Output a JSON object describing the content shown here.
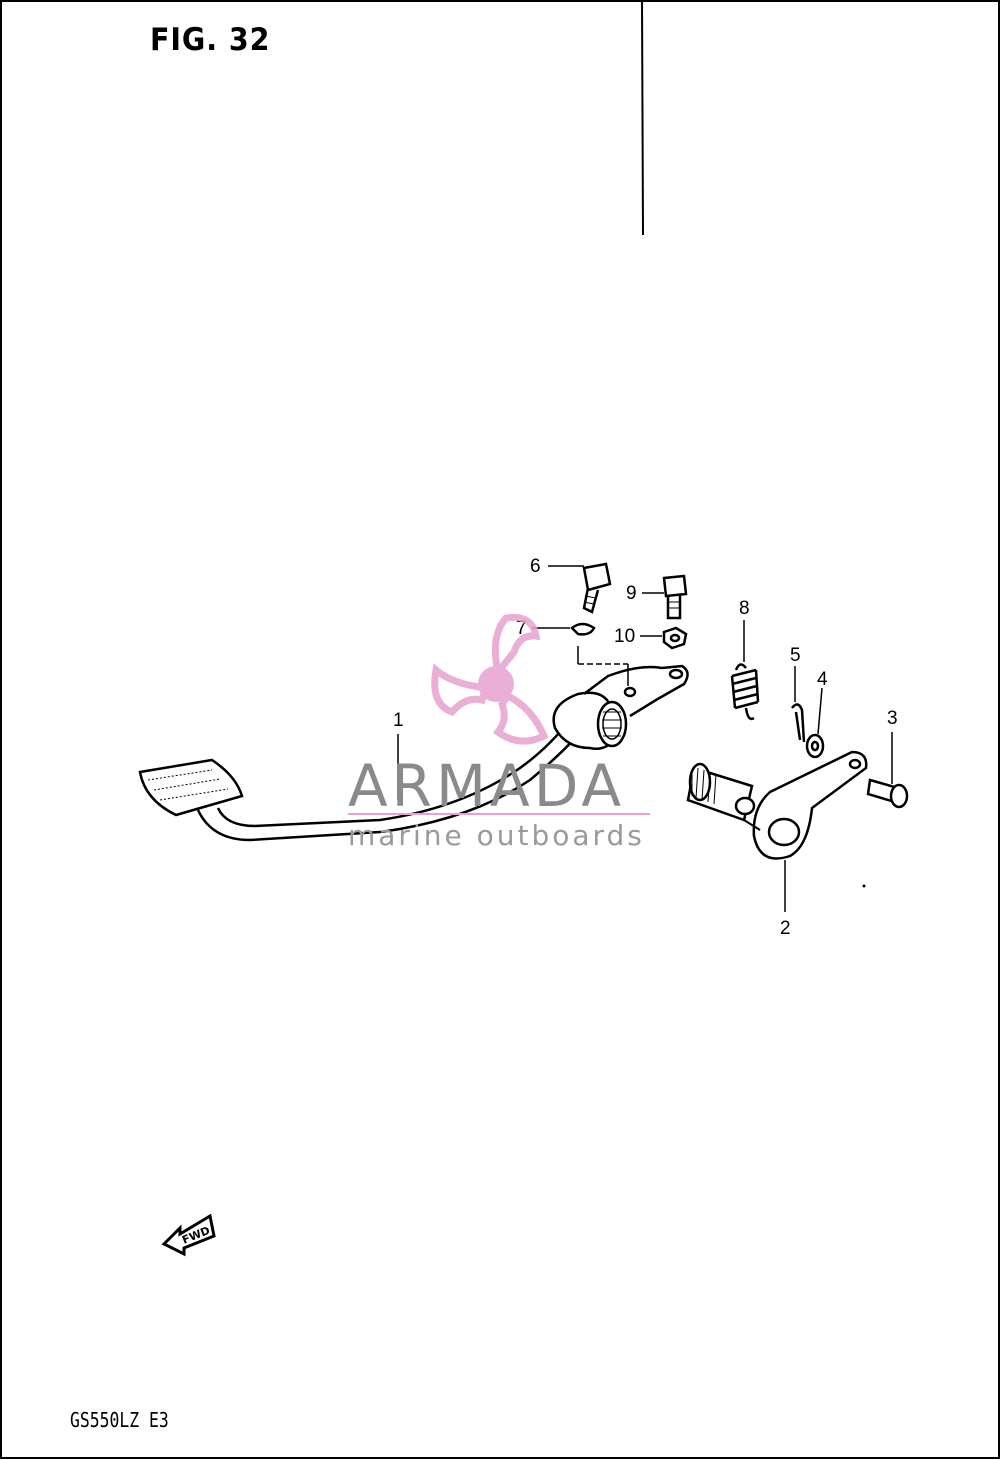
{
  "figure": {
    "title": "FIG. 32"
  },
  "model_code": "GS550LZ  E3",
  "direction_marker": {
    "text": "FWD"
  },
  "watermark": {
    "brand": "ARMADA",
    "tagline": "marine outboards",
    "logo_color": "#e7a2cf",
    "text_color": "#8a8a8a"
  },
  "callouts": {
    "c1": "1",
    "c2": "2",
    "c3": "3",
    "c4": "4",
    "c5": "5",
    "c6": "6",
    "c7": "7",
    "c8": "8",
    "c9": "9",
    "c10": "10"
  },
  "colors": {
    "line": "#000000",
    "background": "#ffffff"
  }
}
